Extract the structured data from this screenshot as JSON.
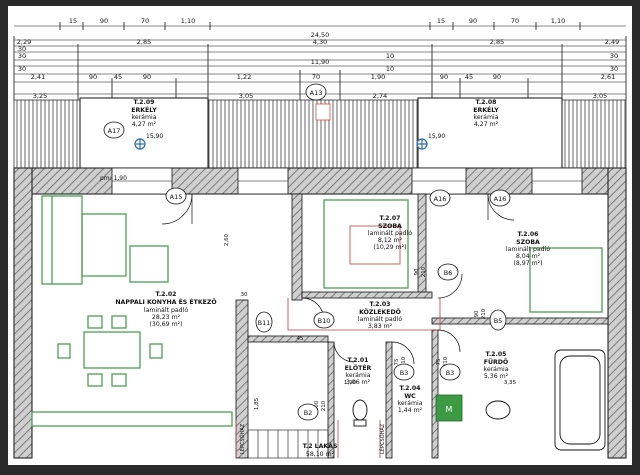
{
  "dimensions": {
    "row1": [
      "15",
      "90",
      "70",
      "1,10",
      "15",
      "90",
      "70",
      "1,10"
    ],
    "row2": [
      "24,50"
    ],
    "row3": [
      "2,29",
      "2,85",
      "4,30",
      "2,85",
      "2,49"
    ],
    "row4": [
      "30",
      "30",
      "10",
      "30"
    ],
    "row5": [
      "11,90"
    ],
    "row6": [
      "30",
      "10",
      "30"
    ],
    "row7": [
      "2,41",
      "90",
      "45",
      "90",
      "1,22",
      "70",
      "1,90",
      "90",
      "45",
      "90",
      "2,61"
    ],
    "row8": [
      "3,25",
      "3,05",
      "2,74",
      "3,05"
    ],
    "side": [
      "2,60",
      "90",
      "210",
      "90",
      "210",
      "75",
      "210",
      "1,85",
      "100",
      "210",
      "75",
      "210"
    ],
    "inner": [
      "1,90",
      "3,35",
      "30",
      "45"
    ]
  },
  "rooms": {
    "balcony_left": {
      "code": "T.2.09",
      "name": "ERKÉLY",
      "material": "kerámia",
      "area": "4,27 m²"
    },
    "balcony_right": {
      "code": "T.2.08",
      "name": "ERKÉLY",
      "material": "kerámia",
      "area": "4,27 m²"
    },
    "living": {
      "code": "T.2.02",
      "name": "NAPPALI KONYHA ÉS ÉTKEZŐ",
      "material": "laminált padló",
      "area": "28,23 m²",
      "area_alt": "(30,69 m²)"
    },
    "room_mid": {
      "code": "T.2.07",
      "name": "SZOBA",
      "material": "laminált padló",
      "area": "8,12 m²",
      "area_alt": "(10,29 m²)"
    },
    "room_right": {
      "code": "T.2.06",
      "name": "SZOBA",
      "material": "laminált padló",
      "area": "8,04 m²",
      "area_alt": "(8,97 m²)"
    },
    "corridor": {
      "code": "T.2.03",
      "name": "KÖZLEKEDŐ",
      "material": "laminált padló",
      "area": "3,83 m²"
    },
    "hall": {
      "code": "T.2.01",
      "name": "ELŐTÉR",
      "material": "kerámia",
      "area": "3,06 m²"
    },
    "wc": {
      "code": "T.2.04",
      "name": "WC",
      "material": "kerámia",
      "area": "1,44 m²"
    },
    "bath": {
      "code": "T.2.05",
      "name": "FÜRDŐ",
      "material": "kerámia",
      "area": "5,36 m²"
    },
    "flat": {
      "code": "T.2 LAKÁS",
      "area": "58,10 m²"
    }
  },
  "markers": {
    "a13": "A13",
    "a17": "A17",
    "a15": "A15",
    "a16a": "A16",
    "a16b": "A16",
    "b6": "B6",
    "b5": "B5",
    "b10": "B10",
    "b11": "B11",
    "b3a": "B3",
    "b3b": "B3",
    "b2": "B2"
  },
  "misc": {
    "elev_left": "15,90",
    "elev_right": "15,90",
    "note_pm": "pm: 1,90",
    "m_label": "M",
    "stair_left": "LÉPCSŐHÁZ",
    "stair_right": "LÉPCSŐHÁZ"
  },
  "colors": {
    "ink": "#111111",
    "wall": "#8a8a8a",
    "green": "#3c9a43",
    "red": "#c43c3c",
    "blue": "#2a6db5",
    "paper": "#ffffff"
  }
}
